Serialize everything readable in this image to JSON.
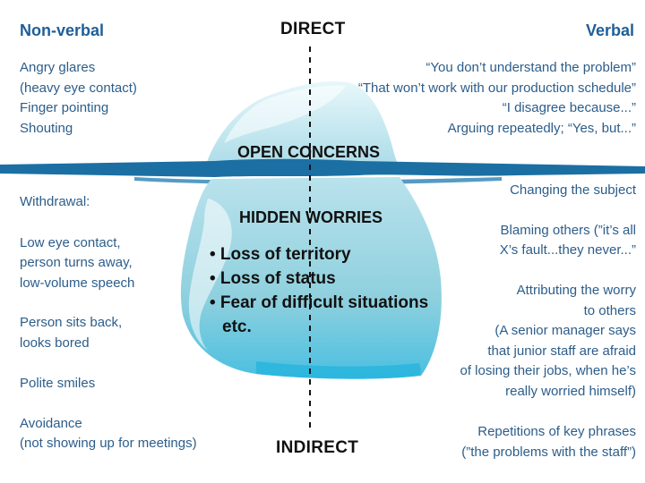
{
  "axis": {
    "top": "DIRECT",
    "bottom": "INDIRECT"
  },
  "headings": {
    "left": "Non-verbal",
    "right": "Verbal"
  },
  "iceberg": {
    "open_label": "OPEN CONCERNS",
    "hidden_label": "HIDDEN WORRIES",
    "bullets": [
      "• Loss of territory",
      "• Loss of status",
      "• Fear of difficult situations"
    ],
    "etc": "etc."
  },
  "left_above": [
    "Angry glares",
    "(heavy eye contact)",
    "Finger pointing",
    "Shouting"
  ],
  "left_below": {
    "withdrawal": "Withdrawal:",
    "group1": [
      "Low eye contact,",
      "person turns away,",
      "low-volume speech"
    ],
    "group2": [
      "Person sits back,",
      "looks bored"
    ],
    "group3": [
      "Polite smiles"
    ],
    "group4": [
      "Avoidance",
      "(not showing up for meetings)"
    ]
  },
  "right_above": [
    "“You don’t understand the problem”",
    "“That won’t work with our production schedule”",
    "“I disagree because...”",
    "Arguing repeatedly; “Yes, but...”"
  ],
  "right_below": {
    "group1": [
      "Changing the subject"
    ],
    "group2": [
      "Blaming others (”it’s all",
      "X’s fault...they never...”"
    ],
    "group3": [
      "Attributing the worry",
      "to others",
      "(A senior manager says",
      "that junior staff are afraid",
      "of losing their jobs, when he’s",
      "really worried himself)"
    ],
    "group4": [
      "Repetitions of key phrases",
      "(”the problems with the staff”)"
    ]
  },
  "colors": {
    "heading": "#1f5e99",
    "body_text": "#2c5d8a",
    "water": "#1b6fa3",
    "ice_light": "#dff3f9",
    "ice_dark": "#7fc9d8"
  }
}
